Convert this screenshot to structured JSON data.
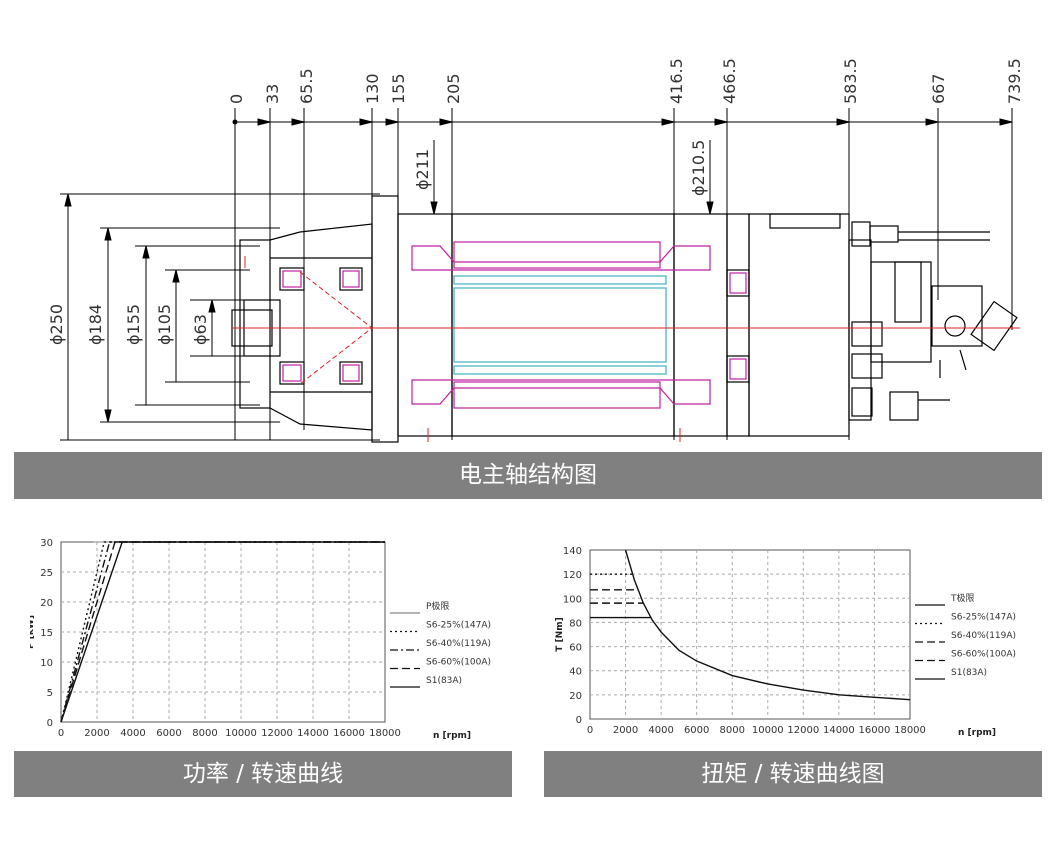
{
  "drawing": {
    "length_dims": [
      "0",
      "33",
      "65.5",
      "130",
      "155",
      "205",
      "416.5",
      "466.5",
      "583.5",
      "667",
      "739.5"
    ],
    "diameter_dims": [
      "ϕ250",
      "ϕ184",
      "ϕ155",
      "ϕ105",
      "ϕ63"
    ],
    "bore_dims": [
      "ϕ211",
      "ϕ210.5"
    ]
  },
  "banners": {
    "structure": "电主轴结构图",
    "power": "功率 / 转速曲线",
    "torque": "扭矩 / 转速曲线图"
  },
  "colors": {
    "banner_bg": "#808080",
    "banner_text": "#ffffff",
    "winding": "#c020a0",
    "rotor": "#40b0c0",
    "centerline": "#e02020"
  },
  "chart_data": [
    {
      "type": "line",
      "title": "",
      "xlabel": "n [rpm]",
      "ylabel": "P [kW]",
      "xlim": [
        0,
        18000
      ],
      "ylim": [
        0,
        30
      ],
      "xticks": [
        "0",
        "2000",
        "4000",
        "6000",
        "8000",
        "10000",
        "12000",
        "14000",
        "16000",
        "18000"
      ],
      "yticks": [
        "0",
        "5",
        "10",
        "15",
        "20",
        "25",
        "30"
      ],
      "grid": true,
      "legend_position": "right",
      "series": [
        {
          "name": "P极限",
          "style": "solid-thin",
          "x": [
            1800,
            18000
          ],
          "y": [
            30,
            30
          ]
        },
        {
          "name": "S6-25%(147A)",
          "style": "dotted",
          "x": [
            0,
            2400,
            18000
          ],
          "y": [
            0,
            30,
            30
          ]
        },
        {
          "name": "S6-40%(119A)",
          "style": "dashdot",
          "x": [
            0,
            2700,
            18000
          ],
          "y": [
            0,
            30,
            30
          ]
        },
        {
          "name": "S6-60%(100A)",
          "style": "dashed",
          "x": [
            0,
            3000,
            18000
          ],
          "y": [
            0,
            30,
            30
          ]
        },
        {
          "name": "S1(83A)",
          "style": "solid",
          "x": [
            0,
            3400,
            18000
          ],
          "y": [
            0,
            30,
            30
          ]
        }
      ]
    },
    {
      "type": "line",
      "title": "",
      "xlabel": "n [rpm]",
      "ylabel": "T [Nm]",
      "xlim": [
        0,
        18000
      ],
      "ylim": [
        0,
        140
      ],
      "xticks": [
        "0",
        "2000",
        "4000",
        "6000",
        "8000",
        "10000",
        "12000",
        "14000",
        "16000",
        "18000"
      ],
      "yticks": [
        "0",
        "20",
        "40",
        "60",
        "80",
        "100",
        "120",
        "140"
      ],
      "grid": true,
      "legend_position": "right",
      "series": [
        {
          "name": "T极限",
          "style": "solid",
          "x": [
            2000,
            2500,
            3000,
            3500,
            4000,
            5000,
            6000,
            8000,
            10000,
            12000,
            14000,
            16000,
            18000
          ],
          "y": [
            140,
            115,
            96,
            82,
            72,
            57,
            48,
            36,
            29,
            24,
            20,
            18,
            16
          ]
        },
        {
          "name": "S6-25%(147A)",
          "style": "dotted",
          "x": [
            0,
            2400
          ],
          "y": [
            120,
            120
          ]
        },
        {
          "name": "S6-40%(119A)",
          "style": "dashed",
          "x": [
            0,
            2700
          ],
          "y": [
            107,
            107
          ]
        },
        {
          "name": "S6-60%(100A)",
          "style": "dashed",
          "x": [
            0,
            3000
          ],
          "y": [
            96,
            96
          ]
        },
        {
          "name": "S1(83A)",
          "style": "solid",
          "x": [
            0,
            3400
          ],
          "y": [
            84,
            84
          ]
        }
      ]
    }
  ]
}
